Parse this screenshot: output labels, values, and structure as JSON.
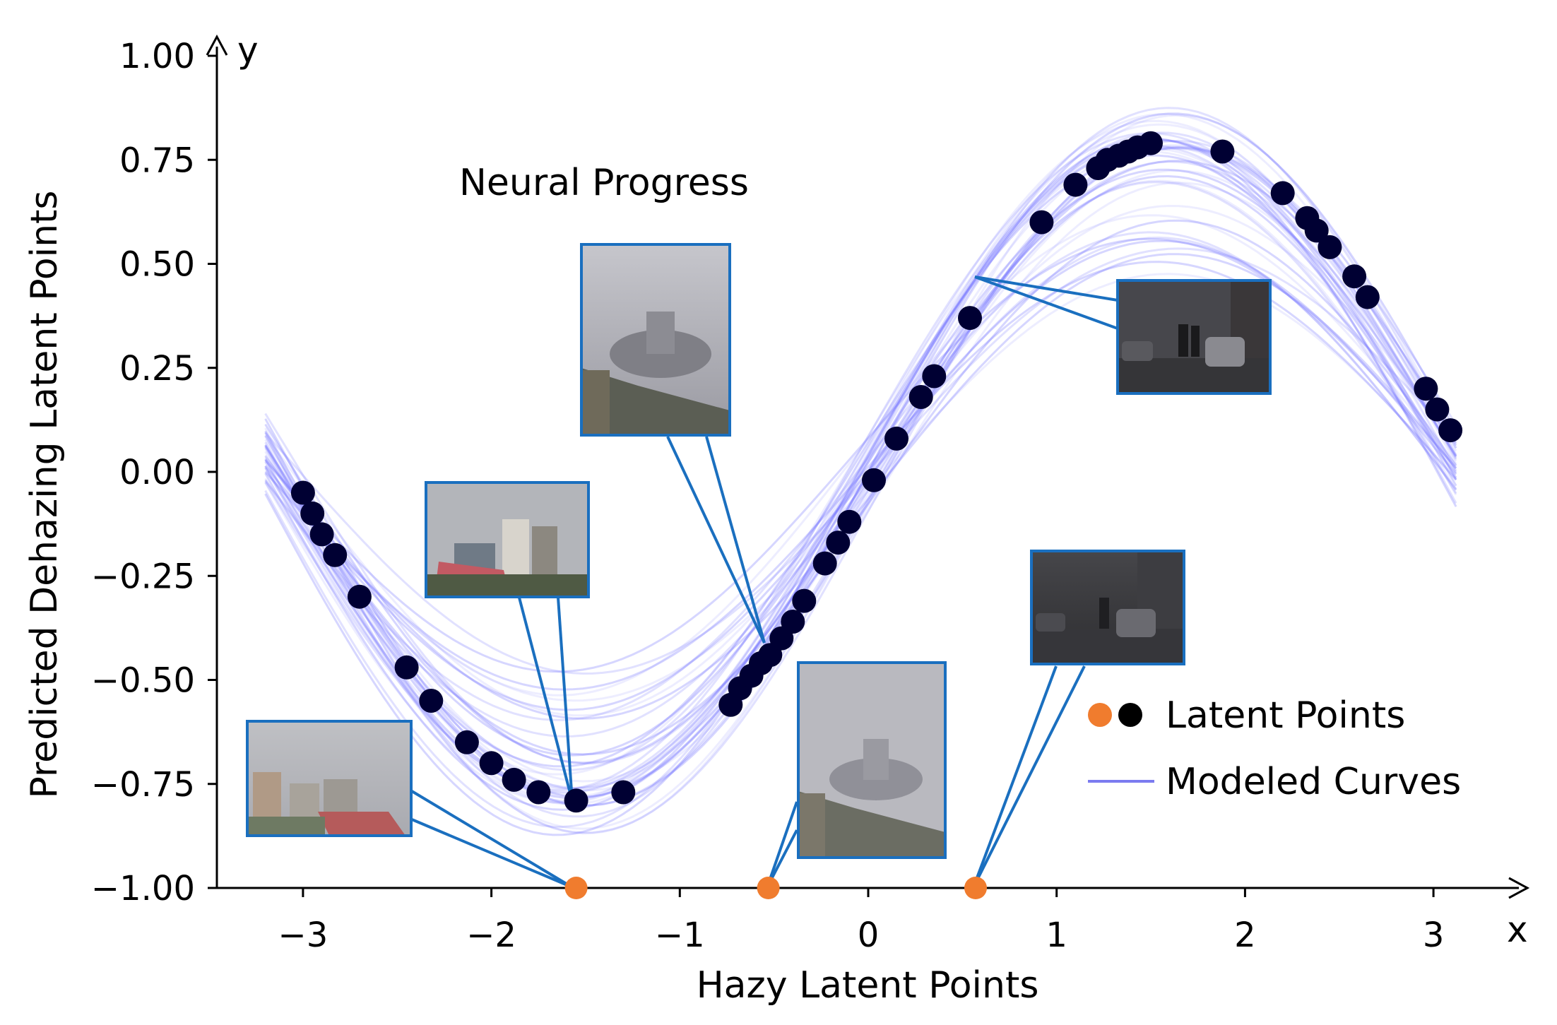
{
  "chart_data": {
    "type": "scatter",
    "title": "",
    "annotation": "Neural Progress",
    "xlabel": "Hazy Latent Points",
    "ylabel": "Predicted Dehazing Latent Points",
    "x_axis_letter": "x",
    "y_axis_letter": "y",
    "xlim": [
      -3.35,
      3.4
    ],
    "ylim": [
      -1.0,
      1.0
    ],
    "x_ticks": [
      -3,
      -2,
      -1,
      0,
      1,
      2,
      3
    ],
    "x_tick_labels": [
      "−3",
      "−2",
      "−1",
      "0",
      "1",
      "2",
      "3"
    ],
    "y_ticks": [
      1.0,
      0.75,
      0.5,
      0.25,
      0.0,
      -0.25,
      -0.5,
      -0.75,
      -1.0
    ],
    "y_tick_labels": [
      "1.00",
      "0.75",
      "0.50",
      "0.25",
      "0.00",
      "−0.25",
      "−0.50",
      "−0.75",
      "−1.00"
    ],
    "grid": false,
    "legend": {
      "position": "bottom-right",
      "entries": [
        {
          "label": "Latent Points",
          "marker": "dots",
          "colors": [
            "#f07c2e",
            "#000000"
          ]
        },
        {
          "label": "Modeled Curves",
          "marker": "line",
          "color": "#7b7bf0"
        }
      ]
    },
    "series": [
      {
        "name": "Latent Points",
        "kind": "scatter",
        "color": "#000033",
        "points": [
          [
            -3.0,
            -0.05
          ],
          [
            -2.95,
            -0.1
          ],
          [
            -2.9,
            -0.15
          ],
          [
            -2.83,
            -0.2
          ],
          [
            -2.7,
            -0.3
          ],
          [
            -2.45,
            -0.47
          ],
          [
            -2.32,
            -0.55
          ],
          [
            -2.13,
            -0.65
          ],
          [
            -2.0,
            -0.7
          ],
          [
            -1.88,
            -0.74
          ],
          [
            -1.75,
            -0.77
          ],
          [
            -1.55,
            -0.79
          ],
          [
            -1.3,
            -0.77
          ],
          [
            -0.73,
            -0.56
          ],
          [
            -0.68,
            -0.52
          ],
          [
            -0.62,
            -0.49
          ],
          [
            -0.57,
            -0.46
          ],
          [
            -0.52,
            -0.44
          ],
          [
            -0.46,
            -0.4
          ],
          [
            -0.4,
            -0.36
          ],
          [
            -0.34,
            -0.31
          ],
          [
            -0.23,
            -0.22
          ],
          [
            -0.16,
            -0.17
          ],
          [
            -0.1,
            -0.12
          ],
          [
            0.03,
            -0.02
          ],
          [
            0.15,
            0.08
          ],
          [
            0.28,
            0.18
          ],
          [
            0.35,
            0.23
          ],
          [
            0.54,
            0.37
          ],
          [
            0.92,
            0.6
          ],
          [
            1.1,
            0.69
          ],
          [
            1.22,
            0.73
          ],
          [
            1.27,
            0.75
          ],
          [
            1.33,
            0.76
          ],
          [
            1.38,
            0.77
          ],
          [
            1.43,
            0.78
          ],
          [
            1.5,
            0.79
          ],
          [
            1.88,
            0.77
          ],
          [
            2.2,
            0.67
          ],
          [
            2.33,
            0.61
          ],
          [
            2.38,
            0.58
          ],
          [
            2.45,
            0.54
          ],
          [
            2.58,
            0.47
          ],
          [
            2.65,
            0.42
          ],
          [
            2.96,
            0.2
          ],
          [
            3.02,
            0.15
          ],
          [
            3.09,
            0.1
          ]
        ]
      },
      {
        "name": "Hazy Latent Points",
        "kind": "scatter",
        "color": "#f07c2e",
        "points": [
          [
            -1.55,
            -1.0
          ],
          [
            -0.53,
            -1.0
          ],
          [
            0.57,
            -1.0
          ]
        ]
      }
    ],
    "curves": {
      "kind": "sin",
      "color": "#6b6bff",
      "count": 40,
      "x_range": [
        -3.2,
        3.12
      ]
    },
    "thumbnails": [
      {
        "label": "hazy city rooftops",
        "target": [
          -1.55,
          -1.0
        ]
      },
      {
        "label": "dehazed city buildings",
        "target": [
          -1.55,
          -0.79
        ]
      },
      {
        "label": "hazy foggy palace",
        "target": [
          -0.53,
          -1.0
        ]
      },
      {
        "label": "dehazed foggy palace",
        "target": [
          -0.57,
          -0.46
        ]
      },
      {
        "label": "hazy street with cars",
        "target": [
          0.57,
          -1.0
        ]
      },
      {
        "label": "dehazed street with cars",
        "target": [
          0.57,
          0.45
        ]
      }
    ]
  }
}
